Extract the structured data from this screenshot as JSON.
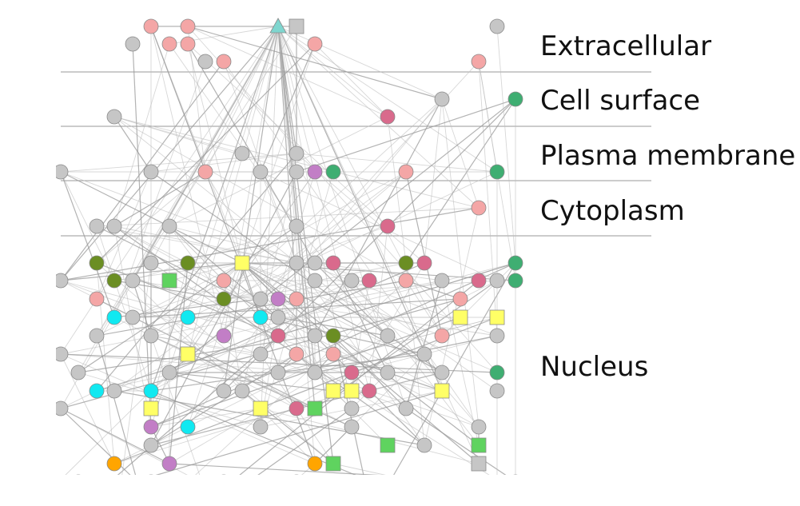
{
  "layers": [
    {
      "label": "Extracellular"
    },
    {
      "label": "Cell surface"
    },
    {
      "label": "Plasma membrane"
    },
    {
      "label": "Cytoplasm"
    },
    {
      "label": "Nucleus"
    }
  ],
  "colors": {
    "gray": "#c6c6c6",
    "pink": "#f4a6a6",
    "rose": "#d96a8c",
    "green": "#3fae72",
    "olive": "#6b8e23",
    "lime": "#5fd35f",
    "yellow": "#ffff66",
    "cyan": "#11e9f1",
    "purple": "#c27ec6",
    "orange": "#ffa500",
    "teal": "#7fd6cf",
    "edge": "#bdbdbd",
    "divider": "#999999"
  }
}
